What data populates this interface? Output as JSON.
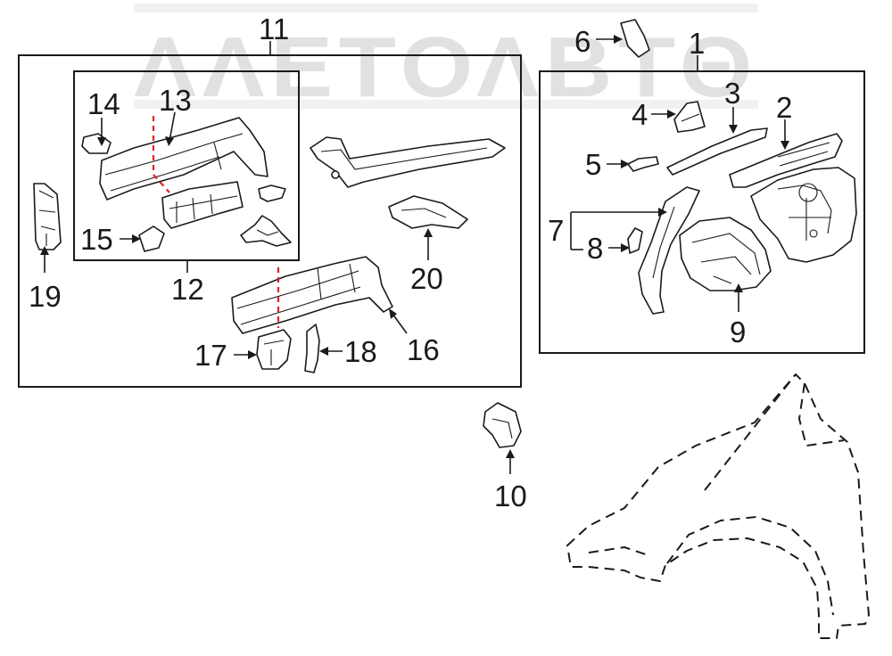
{
  "watermark": {
    "brand_text": "ΛΛΕΤΟΛΒΤΘ"
  },
  "callouts": {
    "c1": "1",
    "c2": "2",
    "c3": "3",
    "c4": "4",
    "c5": "5",
    "c6": "6",
    "c7": "7",
    "c8": "8",
    "c9": "9",
    "c10": "10",
    "c11": "11",
    "c12": "12",
    "c13": "13",
    "c14": "14",
    "c15": "15",
    "c16": "16",
    "c17": "17",
    "c18": "18",
    "c19": "19",
    "c20": "20"
  },
  "colors": {
    "line": "#1a1a1a",
    "cut_mark": "#e0202a",
    "watermark": "#c9c9c9",
    "background": "#ffffff"
  }
}
